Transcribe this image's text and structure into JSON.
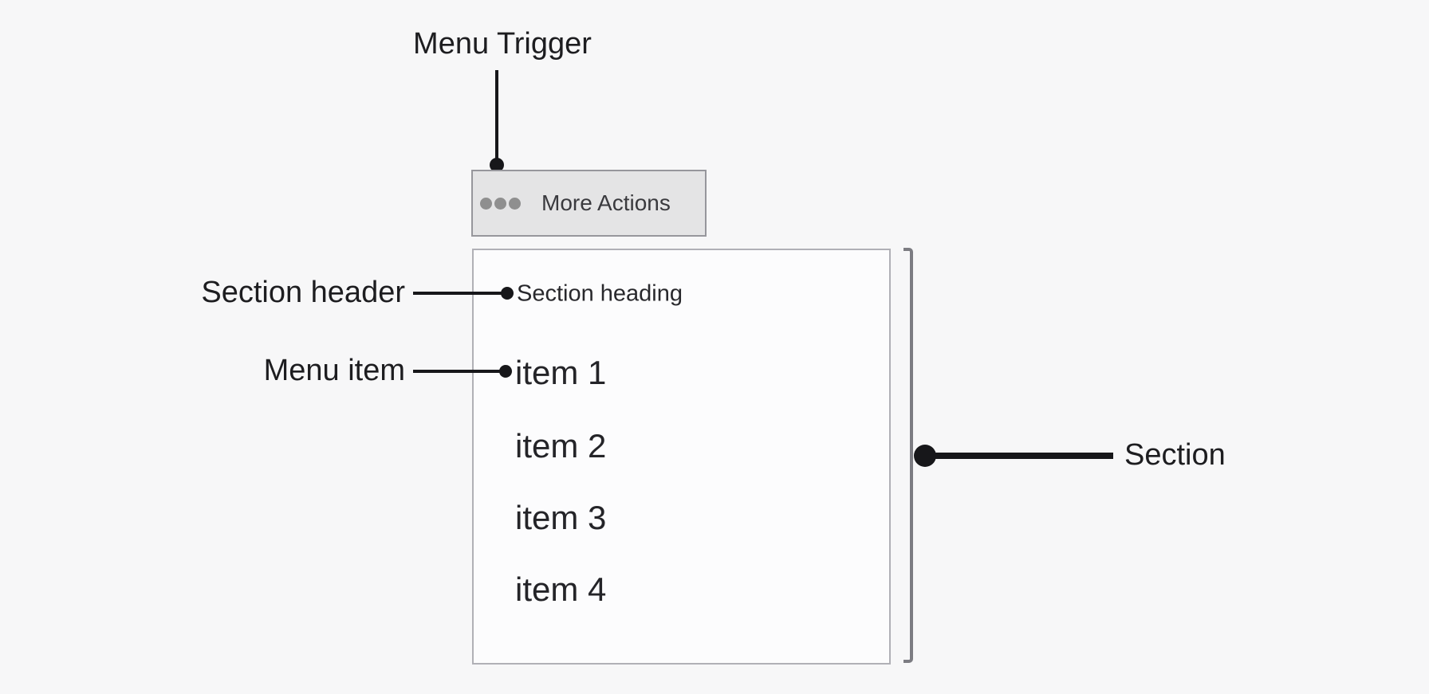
{
  "diagram": {
    "annotations": {
      "menu_trigger": "Menu Trigger",
      "section_header": "Section header",
      "menu_item": "Menu item",
      "section": "Section"
    },
    "trigger_button": {
      "label": "More Actions",
      "icon": "ellipsis-icon"
    },
    "menu": {
      "section_heading": "Section heading",
      "items": [
        {
          "label": "item 1"
        },
        {
          "label": "item 2"
        },
        {
          "label": "item 3"
        },
        {
          "label": "item 4"
        }
      ]
    },
    "colors": {
      "background": "#f7f7f8",
      "callout": "#17171a",
      "button_bg": "#e4e4e5",
      "button_border": "#97979c",
      "ellipsis_dots": "#8f8f8f",
      "panel_bg": "#fcfcfd",
      "panel_border": "#b0b0b6",
      "bracket": "#7c7c82",
      "text": "#242428"
    }
  }
}
